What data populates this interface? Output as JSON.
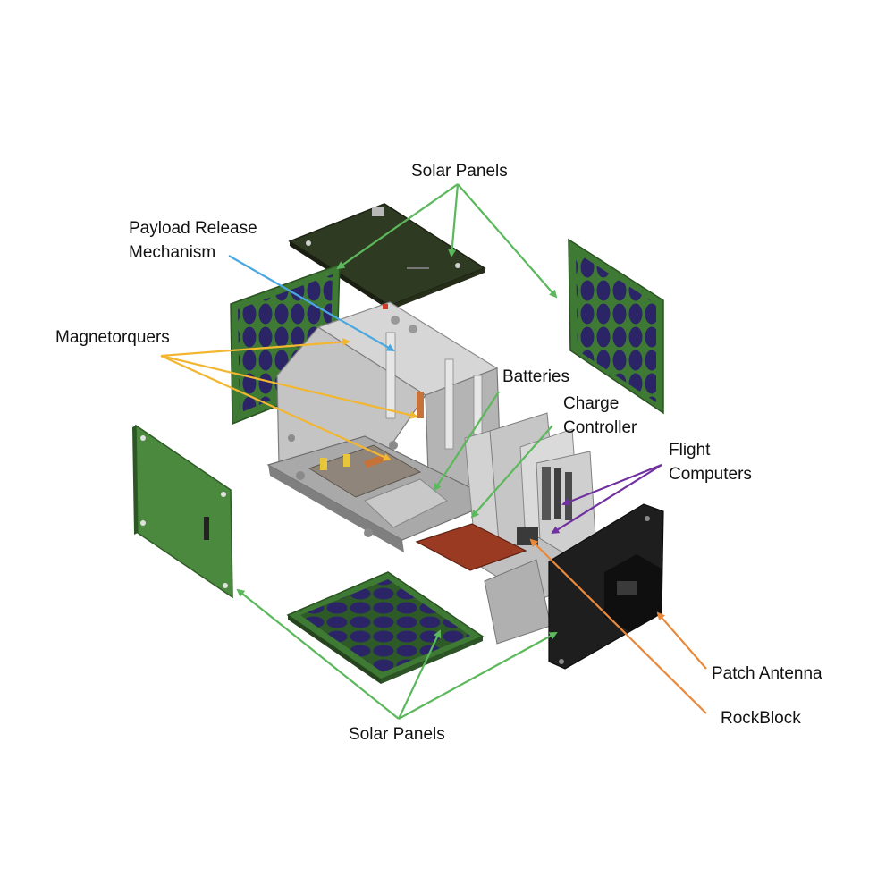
{
  "labels": {
    "solar_top": "Solar Panels",
    "payload_line1": "Payload Release",
    "payload_line2": "Mechanism",
    "magnetorquers": "Magnetorquers",
    "batteries": "Batteries",
    "charge_line1": "Charge",
    "charge_line2": "Controller",
    "flight_line1": "Flight",
    "flight_line2": "Computers",
    "patch_antenna": "Patch Antenna",
    "rockblock": "RockBlock",
    "solar_bottom": "Solar Panels"
  },
  "colors": {
    "solar_arrow": "#5cb85c",
    "payload_arrow": "#4aa8e0",
    "magnetorquer_arrow": "#f2b630",
    "battery_arrow": "#5cb85c",
    "flight_arrow": "#7030a0",
    "antenna_arrow": "#e8893c",
    "pcb_green": "#3f7a34",
    "solar_cell": "#2b2466",
    "frame_gray": "#bfbfbf",
    "charge_board": "#9a3a22",
    "dark_panel": "#1e1e1e"
  }
}
